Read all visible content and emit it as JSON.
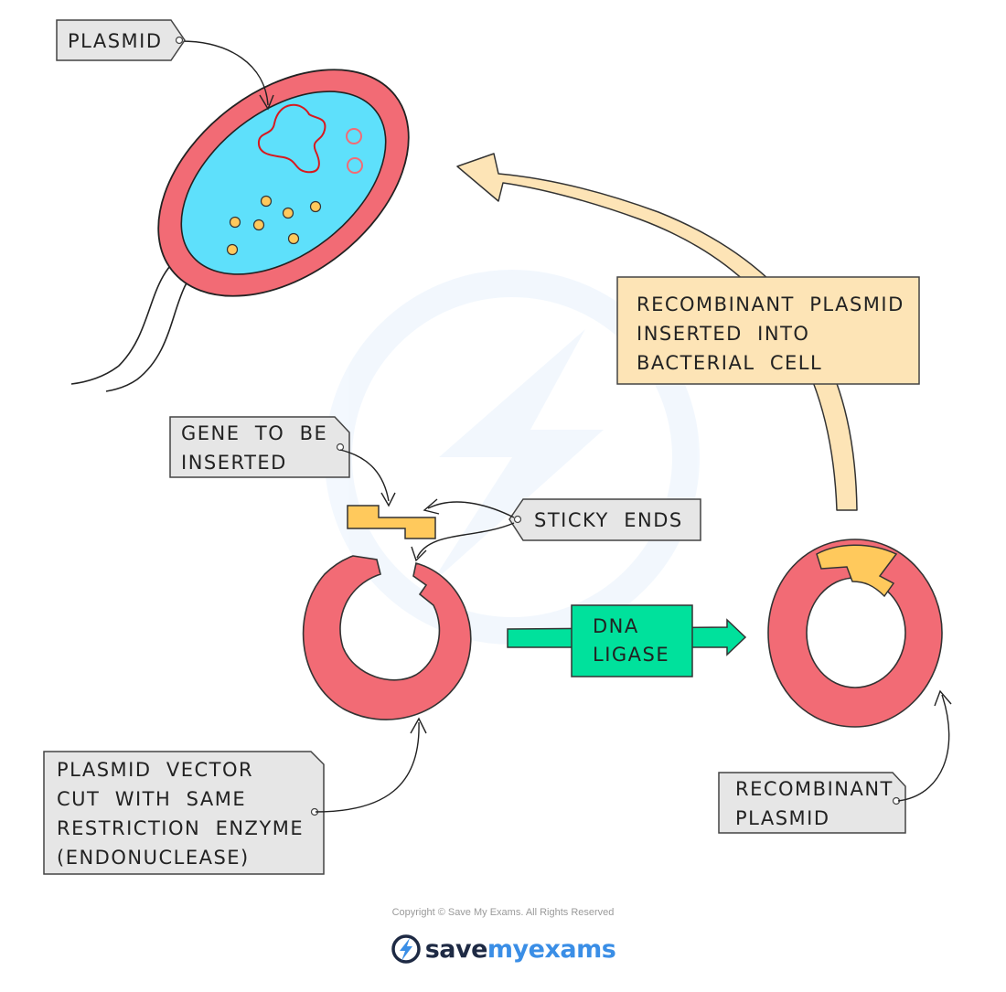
{
  "labels": {
    "plasmid": "PLASMID",
    "recombinant_inserted": [
      "RECOMBINANT  PLASMID",
      "INSERTED  INTO",
      "BACTERIAL  CELL"
    ],
    "gene_to_be_inserted": [
      "GENE  TO  BE",
      "INSERTED"
    ],
    "sticky_ends": "STICKY  ENDS",
    "dna_ligase": [
      "DNA",
      "LIGASE"
    ],
    "plasmid_vector": [
      "PLASMID  VECTOR",
      "CUT  WITH  SAME",
      "RESTRICTION  ENZYME",
      "(ENDONUCLEASE)"
    ],
    "recombinant_plasmid": [
      "RECOMBINANT",
      "PLASMID"
    ]
  },
  "footer": {
    "copyright": "Copyright © Save My Exams. All Rights Reserved",
    "brand_part1": "save",
    "brand_part2": "my",
    "brand_part3": "exams"
  },
  "colors": {
    "cell_wall": "#f26b75",
    "cytoplasm": "#5ee0fb",
    "plasmid_ring": "#f26b75",
    "gene": "#ffc95c",
    "ligase": "#00e19c",
    "arrow_fill": "#fde4b6",
    "label_box": "#e6e6e6",
    "info_box": "#fde4b6"
  }
}
